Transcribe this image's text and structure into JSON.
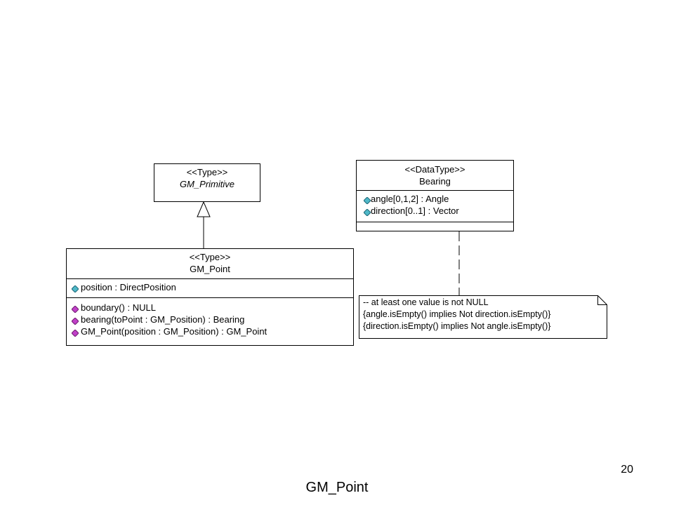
{
  "primitive_class": {
    "stereotype": "<<Type>>",
    "name": "GM_Primitive"
  },
  "point_class": {
    "stereotype": "<<Type>>",
    "name": "GM_Point",
    "attributes": [
      "position : DirectPosition"
    ],
    "operations": [
      "boundary() : NULL",
      "bearing(toPoint : GM_Position) : Bearing",
      "GM_Point(position : GM_Position) : GM_Point"
    ]
  },
  "bearing_class": {
    "stereotype": "<<DataType>>",
    "name": "Bearing",
    "attributes": [
      "angle[0,1,2] : Angle",
      "direction[0..1] : Vector"
    ]
  },
  "note": {
    "lines": [
      "-- at least one value is not NULL",
      "{angle.isEmpty() implies Not direction.isEmpty()}",
      "{direction.isEmpty() implies Not angle.isEmpty()}"
    ]
  },
  "slide": {
    "number": "20",
    "title": "GM_Point"
  },
  "icons": {
    "attribute_icon": "attribute-diamond-icon",
    "operation_icon": "operation-diamond-icon"
  },
  "colors": {
    "attribute_icon": "#4fb8c8",
    "operation_icon": "#c040c8"
  }
}
